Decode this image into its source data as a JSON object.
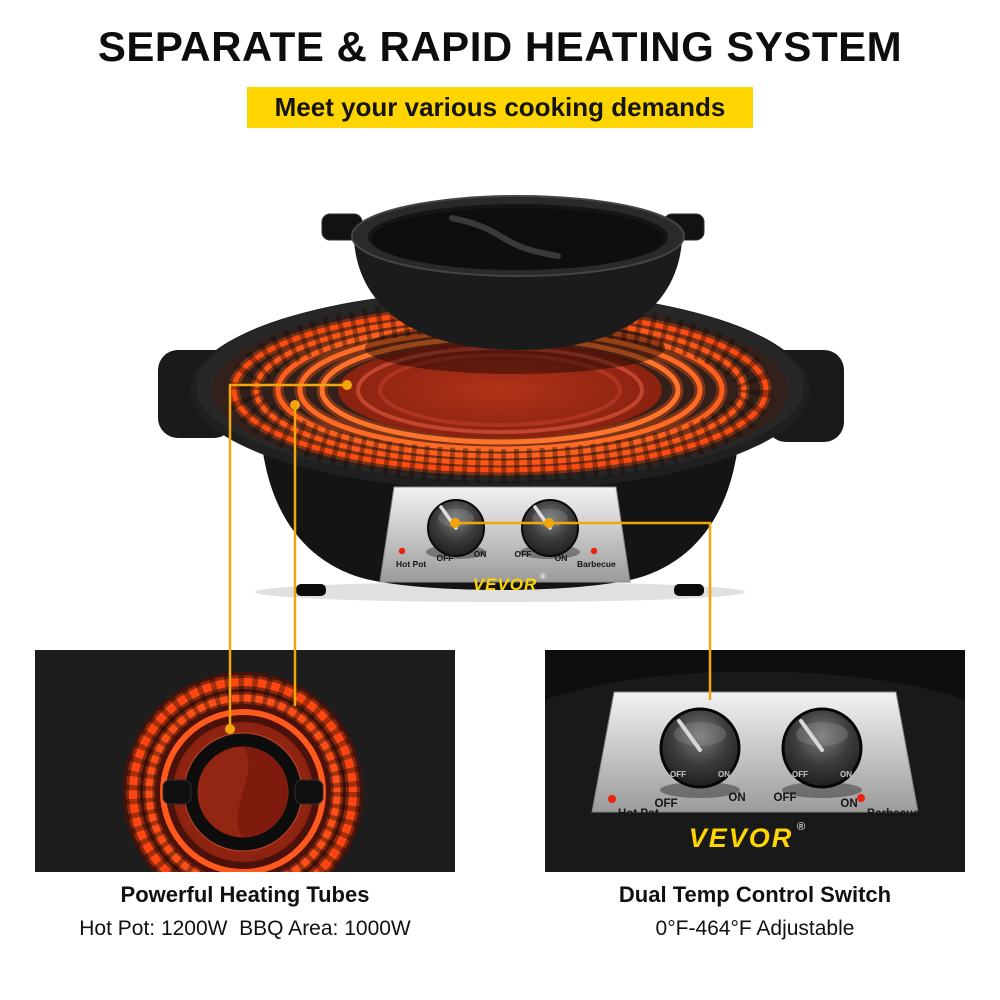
{
  "header": {
    "title": "SEPARATE & RAPID HEATING SYSTEM",
    "subtitle": "Meet your various cooking demands"
  },
  "brand": {
    "name": "VEVOR",
    "registered": "®"
  },
  "panel": {
    "hot_pot": "Hot Pot",
    "barbecue": "Barbecue",
    "off": "OFF",
    "on": "ON"
  },
  "features": {
    "heating": {
      "title": "Powerful Heating Tubes",
      "description": "Hot Pot: 1200W  BBQ Area: 1000W"
    },
    "control": {
      "title": "Dual Temp Control Switch",
      "description": "0°F-464°F Adjustable"
    }
  },
  "colors": {
    "accent_yellow": "#FFD500",
    "callout_yellow": "#F2A50C",
    "heat_orange": "#FF4F15",
    "deep_red": "#8E2413",
    "brand_yellow": "#FFD400",
    "led_red": "#E8220F",
    "inset_background": "#1D1D1D"
  }
}
